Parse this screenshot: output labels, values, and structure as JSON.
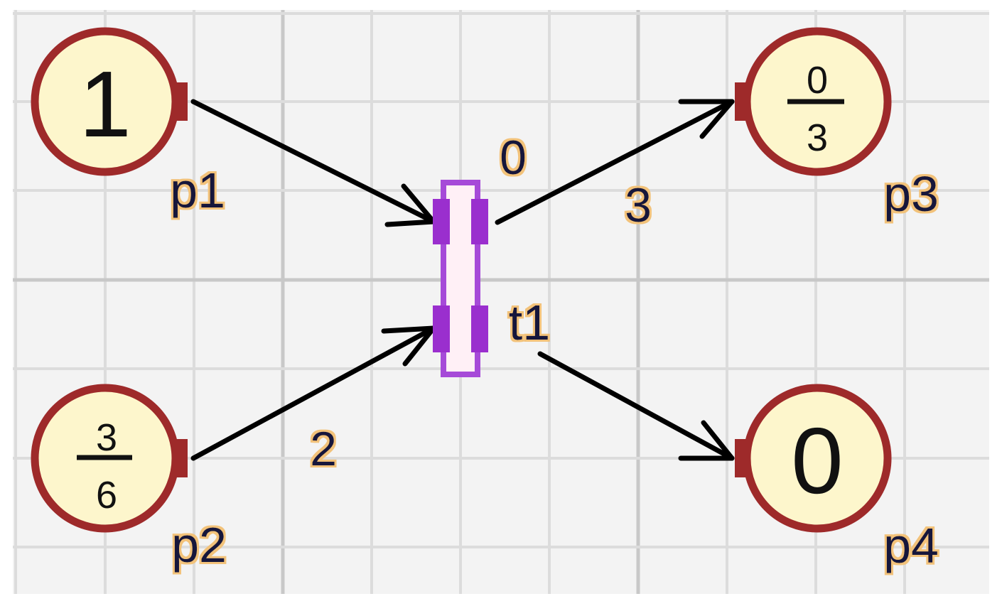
{
  "colors": {
    "background": "#f3f3f3",
    "grid_major": "#c8c8c8",
    "grid_minor": "#dcdcdc",
    "place_fill": "#fdf6cc",
    "place_stroke": "#9e2a2a",
    "transition_fill": "#fff0f6",
    "transition_stroke": "#a64ad8",
    "transition_port": "#9a2fce",
    "arc": "#000000",
    "label_text": "#12123a",
    "label_glow": "#f2c27a"
  },
  "places": [
    {
      "id": "p1",
      "label": "p1",
      "tokens": "1"
    },
    {
      "id": "p2",
      "label": "p2",
      "tokens": {
        "numerator": "3",
        "denominator": "6"
      }
    },
    {
      "id": "p3",
      "label": "p3",
      "tokens": {
        "numerator": "0",
        "denominator": "3"
      }
    },
    {
      "id": "p4",
      "label": "p4",
      "tokens": "0"
    }
  ],
  "transitions": [
    {
      "id": "t1",
      "label": "t1",
      "delay": "0"
    }
  ],
  "arcs": [
    {
      "from": "p1",
      "to": "t1",
      "weight": ""
    },
    {
      "from": "p2",
      "to": "t1",
      "weight": "2"
    },
    {
      "from": "t1",
      "to": "p3",
      "weight": "3"
    },
    {
      "from": "t1",
      "to": "p4",
      "weight": ""
    }
  ]
}
